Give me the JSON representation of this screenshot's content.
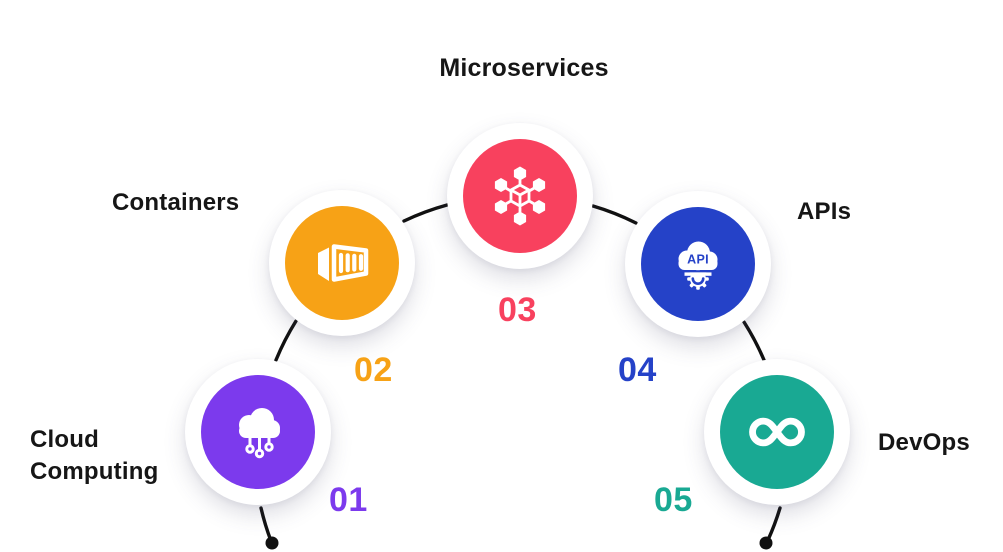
{
  "diagram": {
    "connector_color": "#111111",
    "api_badge_text": "API",
    "nodes": [
      {
        "id": "cloud-computing",
        "label": "Cloud Computing",
        "number": "01",
        "color": "#7C3AED",
        "icon": "cloud-network-icon"
      },
      {
        "id": "containers",
        "label": "Containers",
        "number": "02",
        "color": "#F7A216",
        "icon": "shipping-container-icon"
      },
      {
        "id": "microservices",
        "label": "Microservices",
        "number": "03",
        "color": "#F8415E",
        "icon": "microservices-cube-icon"
      },
      {
        "id": "apis",
        "label": "APIs",
        "number": "04",
        "color": "#2542C8",
        "icon": "api-cloud-gear-icon"
      },
      {
        "id": "devops",
        "label": "DevOps",
        "number": "05",
        "color": "#19A993",
        "icon": "infinity-loop-icon"
      }
    ]
  }
}
